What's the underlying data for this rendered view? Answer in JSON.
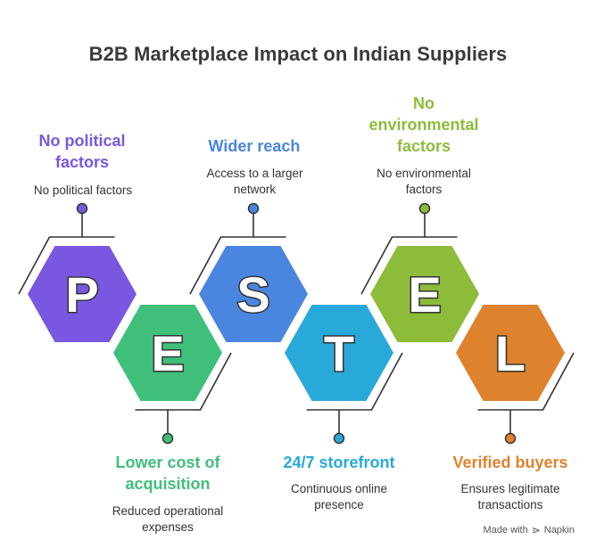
{
  "title": "B2B Marketplace Impact on Indian Suppliers",
  "footer": {
    "made_with": "Made with",
    "brand": "Napkin",
    "icon": "napkin-logo-icon"
  },
  "factors": [
    {
      "letter": "P",
      "heading": "No political factors",
      "description": "No political factors",
      "color": "#7a57e0"
    },
    {
      "letter": "E",
      "heading": "Lower cost of acquisition",
      "description": "Reduced operational expenses",
      "color": "#3fbf7a"
    },
    {
      "letter": "S",
      "heading": "Wider reach",
      "description": "Access to a larger network",
      "color": "#4a86e0"
    },
    {
      "letter": "T",
      "heading": "24/7 storefront",
      "description": "Continuous online presence",
      "color": "#29a9d9"
    },
    {
      "letter": "E",
      "heading": "No environmental factors",
      "description": "No environmental factors",
      "color": "#8cbc3a"
    },
    {
      "letter": "L",
      "heading": "Verified buyers",
      "description": "Ensures legitimate transactions",
      "color": "#de822d"
    }
  ]
}
